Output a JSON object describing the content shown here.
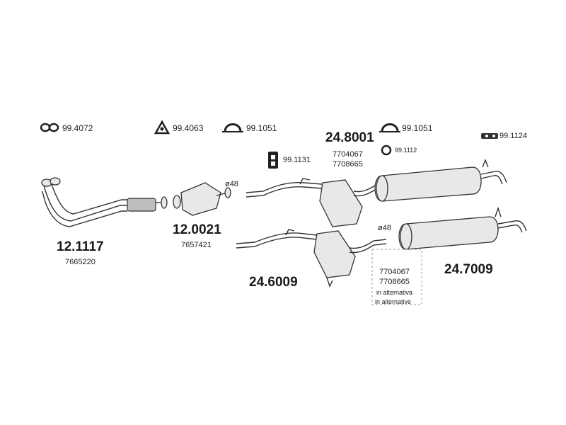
{
  "fittings": [
    {
      "icon": "double-ring-gasket-icon",
      "code": "99.4072"
    },
    {
      "icon": "triangle-flange-gasket-icon",
      "code": "99.4063"
    },
    {
      "icon": "u-clamp-icon",
      "code": "99.1051"
    },
    {
      "icon": "rubber-mount-icon",
      "code": "99.1131"
    },
    {
      "icon": "u-clamp-icon",
      "code": "99.1051"
    },
    {
      "icon": "ring-gasket-icon",
      "code": "99.1112"
    },
    {
      "icon": "strap-hanger-icon",
      "code": "99.1124"
    }
  ],
  "parts": [
    {
      "code": "12.1117",
      "ref": "7665220"
    },
    {
      "code": "12.0021",
      "ref": "7657421",
      "diameter": "ø48"
    },
    {
      "code": "24.8001",
      "refs": [
        "7704067",
        "7708665"
      ]
    },
    {
      "code": "24.6009"
    },
    {
      "code": "24.7009",
      "diameter": "ø48",
      "refs": [
        "7704067",
        "7708665"
      ],
      "notes": [
        "in alternativa",
        "in alternative"
      ]
    }
  ]
}
